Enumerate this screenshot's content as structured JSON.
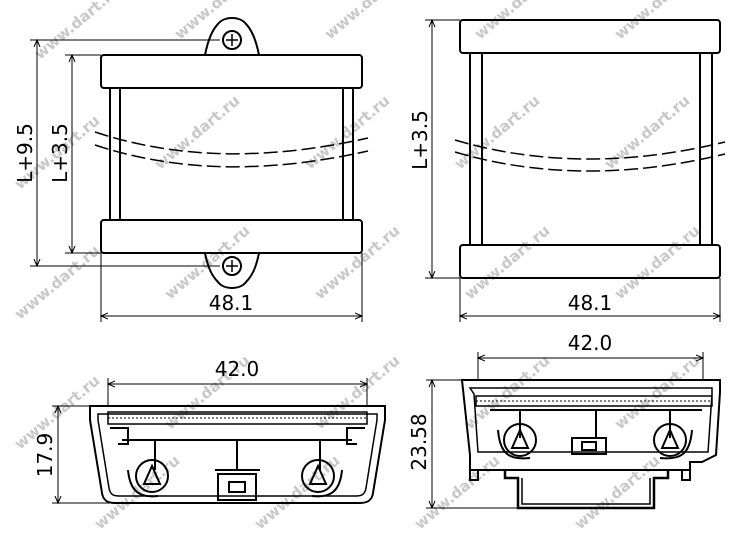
{
  "drawings": {
    "top_left": {
      "height_outer_label": "L+9.5",
      "height_inner_label": "L+3.5",
      "width_label": "48.1"
    },
    "top_right": {
      "height_label": "L+3.5",
      "width_label": "48.1"
    },
    "bottom_left": {
      "width_label": "42.0",
      "height_label": "17.9"
    },
    "bottom_right": {
      "width_label": "42.0",
      "height_label": "23.58"
    }
  },
  "watermark": "www.dart.ru"
}
